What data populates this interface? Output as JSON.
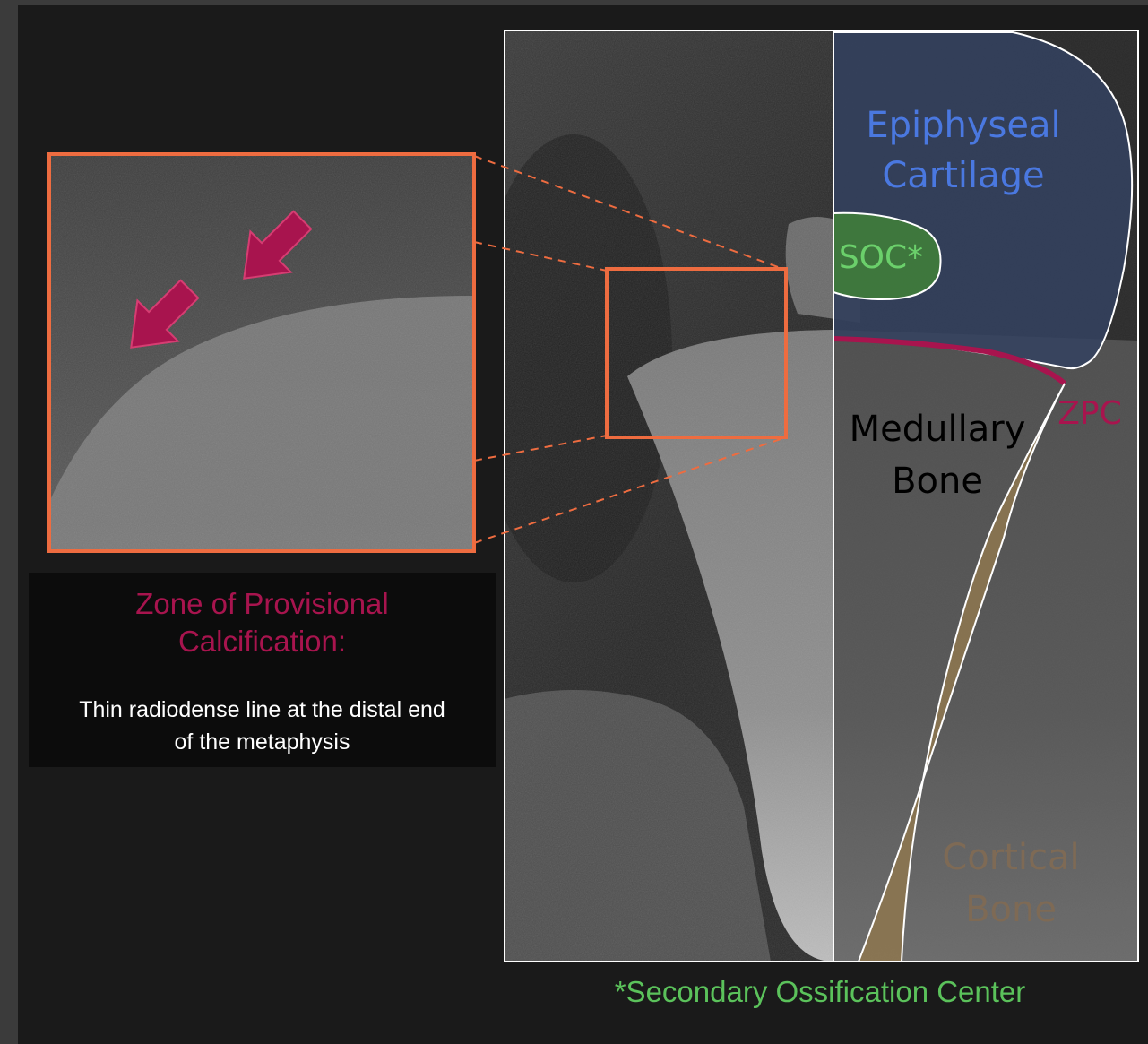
{
  "caption": {
    "title_line1": "Zone of Provisional",
    "title_line2": "Calcification:",
    "body_line1": "Thin radiodense line at the distal end",
    "body_line2": "of the metaphysis"
  },
  "labels": {
    "epiphyseal_line1": "Epiphyseal",
    "epiphyseal_line2": "Cartilage",
    "soc": "SOC*",
    "medullary_line1": "Medullary",
    "medullary_line2": "Bone",
    "zpc": "ZPC",
    "cortical_line1": "Cortical",
    "cortical_line2": "Bone"
  },
  "footnote": "*Secondary Ossification Center",
  "colors": {
    "page_bg": "#1a1a1a",
    "highlight_box": "#ee6c40",
    "arrow": "#a8144e",
    "zpc_line": "#a8144e",
    "epiphyseal_fill": "#344260",
    "epiphyseal_text": "#4a78e0",
    "soc_fill": "#3f7d3a",
    "soc_text": "#6bd06b",
    "cortical_fill": "#8c7550",
    "cortical_text": "#7e6a55",
    "medullary_text": "#000000",
    "footnote_text": "#5bc25b"
  }
}
